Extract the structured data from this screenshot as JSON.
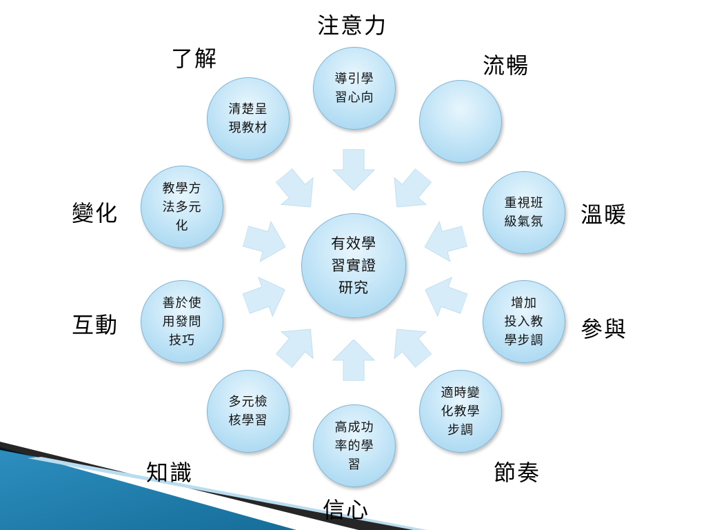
{
  "center": {
    "text": "有效學\n習實證\n研究"
  },
  "nodes": [
    {
      "id": "top",
      "text": "導引學\n習心向",
      "label": "注意力"
    },
    {
      "id": "top-right",
      "text": "",
      "label": "流暢"
    },
    {
      "id": "right-upper",
      "text": "重視班\n級氣氛",
      "label": "溫暖"
    },
    {
      "id": "right-lower",
      "text": "增加\n投入教\n學步調",
      "label": "參與"
    },
    {
      "id": "bottom-right",
      "text": "適時變\n化教學\n步調",
      "label": "節奏"
    },
    {
      "id": "bottom",
      "text": "高成功\n率的學\n習",
      "label": "信心"
    },
    {
      "id": "bottom-left",
      "text": "多元檢\n核學習",
      "label": "知識"
    },
    {
      "id": "left-lower",
      "text": "善於使\n用發問\n技巧",
      "label": "互動"
    },
    {
      "id": "left-upper",
      "text": "教學方\n法多元\n化",
      "label": "變化"
    },
    {
      "id": "top-left",
      "text": "清楚呈\n現教材",
      "label": "了解"
    }
  ],
  "colors": {
    "circle_fill": "#bfe3f6",
    "circle_border": "#7fb4d2",
    "arrow_fill": "#d6ecf8",
    "corner_dark": "#0b2a3a",
    "corner_blue": "#1e88b8"
  }
}
